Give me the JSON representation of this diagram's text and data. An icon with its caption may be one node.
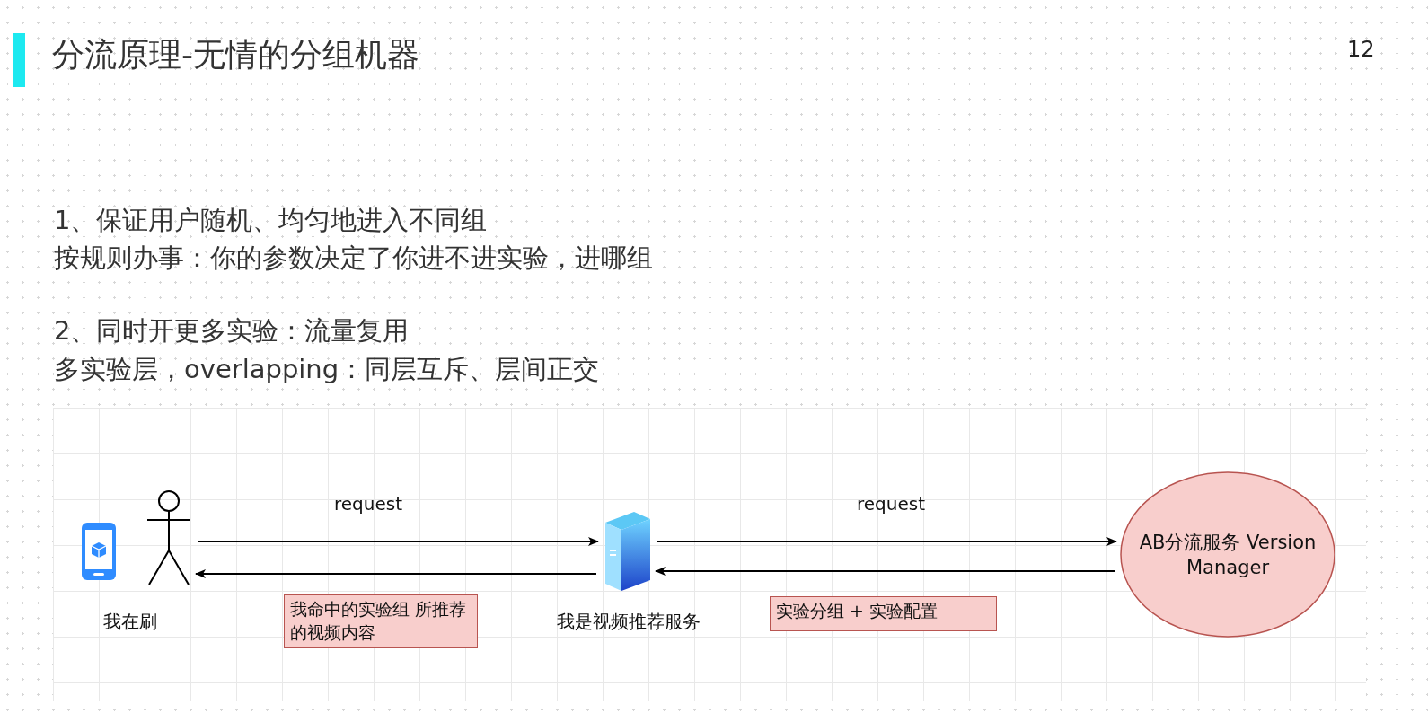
{
  "diagram": {
    "title": "分流原理-无情的分组机器",
    "nodes": [
      {
        "text": [],
        "shape": "person",
        "beside": [
          "我在刷"
        ]
      },
      {
        "text": [],
        "shape": "server",
        "beside": [
          "我是视频推荐服务"
        ]
      },
      {
        "text": [
          "AB分流服务 Version Manager"
        ]
      }
    ],
    "edges": [
      {
        "from": 0,
        "to": 1,
        "arrow": "to",
        "label": "request"
      },
      {
        "from": 1,
        "to": 0,
        "arrow": "to",
        "label": "我命中的实验组 所推荐的视频内容"
      },
      {
        "from": 1,
        "to": 2,
        "arrow": "to",
        "label": "request"
      },
      {
        "from": 2,
        "to": 1,
        "arrow": "to",
        "label": "实验分组 + 实验配置"
      }
    ],
    "labels": [
      "12",
      "1、保证用户随机、均匀地进入不同组",
      "按规则办事：你的参数决定了你进不进实验，进哪组",
      "2、同时开更多实验：流量复用",
      "多实验层，overlapping：同层互斥、层间正交"
    ]
  }
}
